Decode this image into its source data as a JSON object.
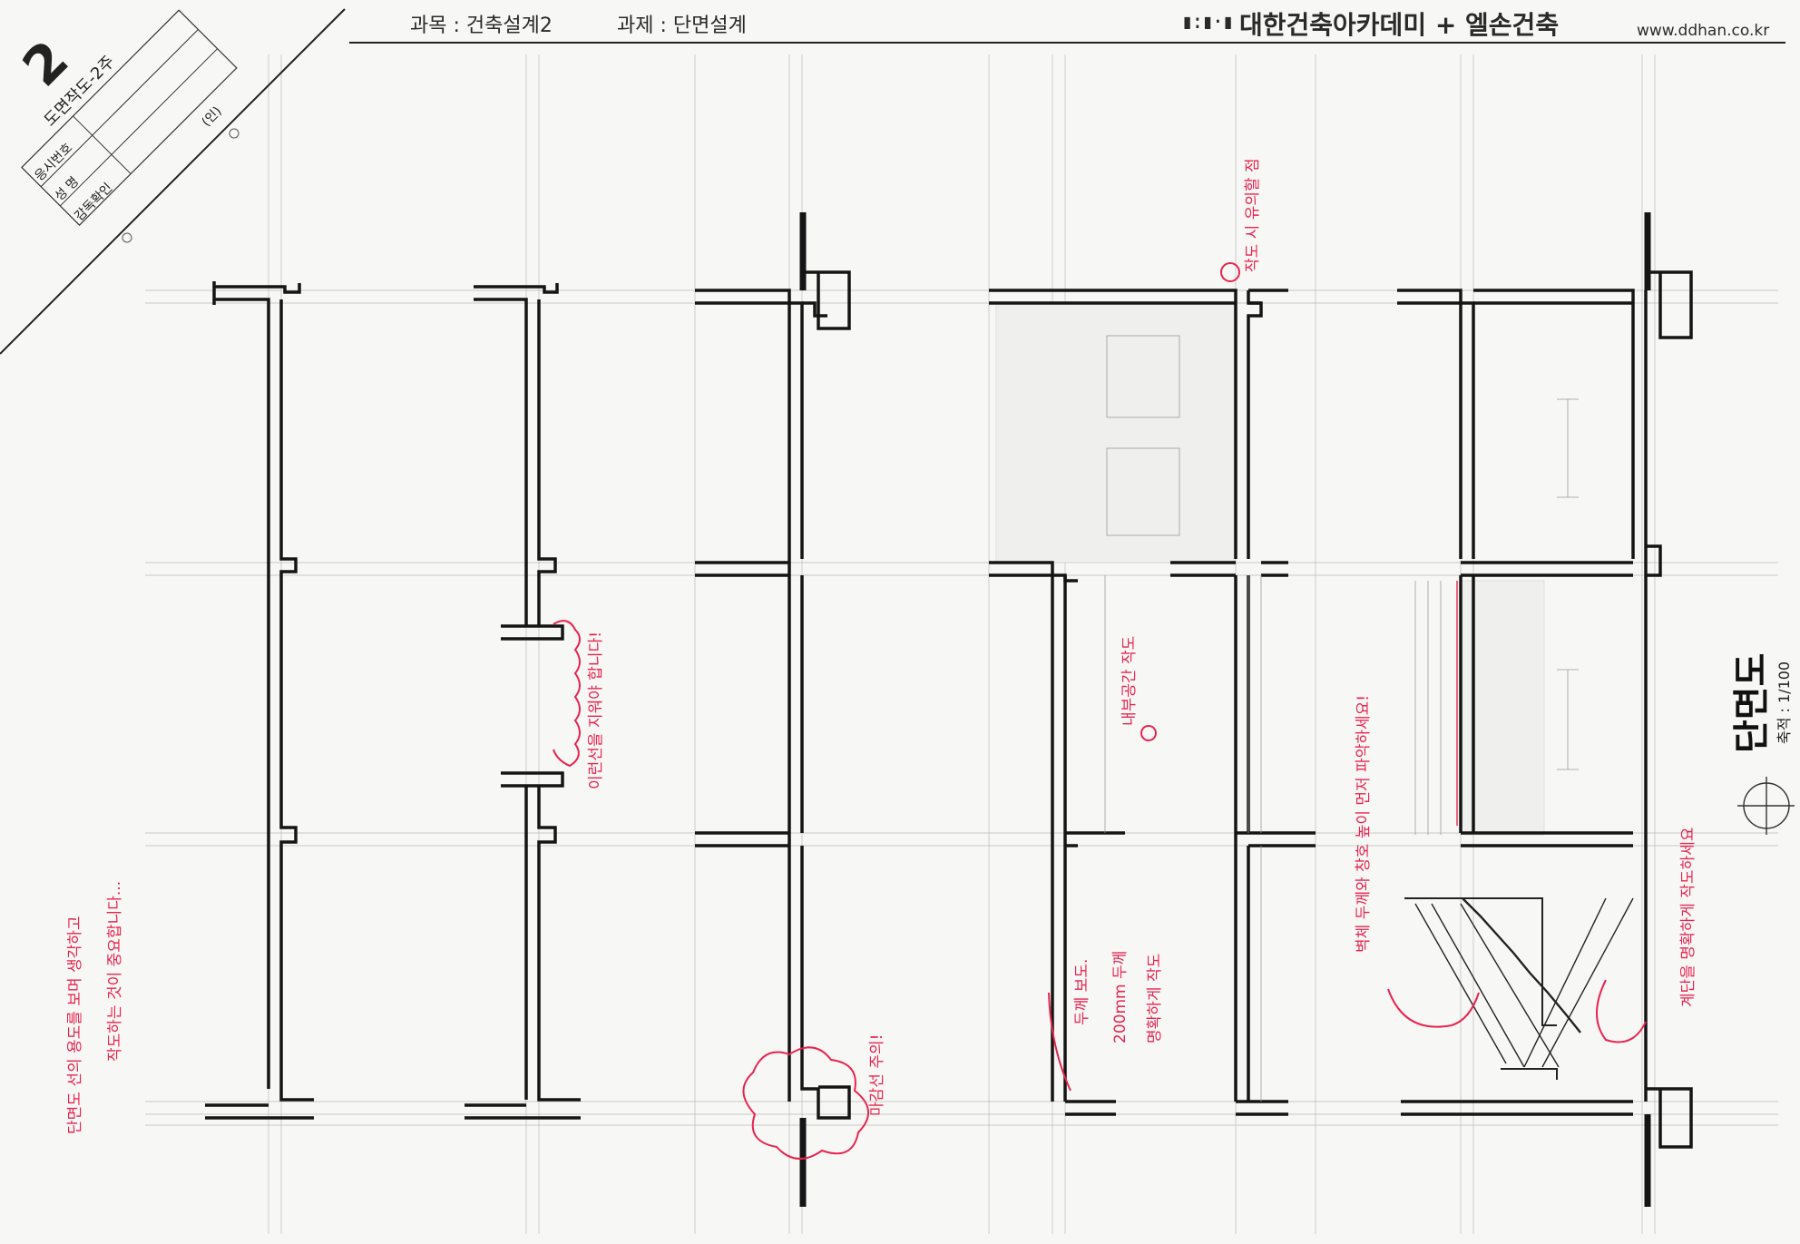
{
  "header": {
    "subject": "과목 : 건축설계2",
    "task": "과제 : 단면설계",
    "brand": "대한건축아카데미 + 엘손건축",
    "url": "www.ddhan.co.kr"
  },
  "title_block": {
    "number": "2",
    "label": "도면작도-2주",
    "rows": [
      "응시번호",
      "성 명",
      "감독확인"
    ],
    "seal": "(인)"
  },
  "drawing": {
    "title": "단면도",
    "scale": "축적 : 1/100"
  },
  "annotations": [
    "단면도 선의 용도를 보며 생각하고",
    "작도하는 것이 중요합니다...",
    "이런선을 지워야 합니다!",
    "마감선 주의!",
    "작도 시 유의할 점",
    "내부공간 작도",
    "두께 보도.",
    "200mm 두께",
    "명확하게 작도",
    "벽체 두께와 창호 높이 먼저 파악하세요!",
    "계단을 명확하게 작도하세요"
  ],
  "colors": {
    "ink": "#151515",
    "redline": "#e8244f",
    "paper": "#f7f7f5"
  }
}
